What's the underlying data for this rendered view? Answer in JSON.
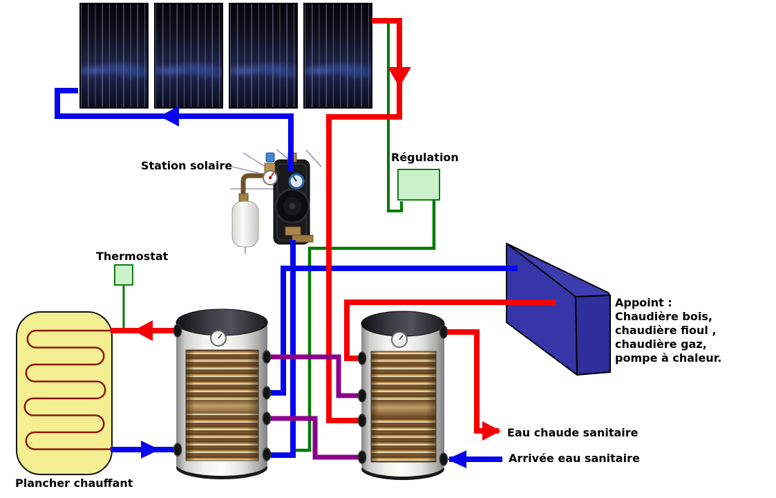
{
  "diagram": {
    "title_note": "Solar thermal heating system schematic (French)",
    "labels": {
      "station_solaire": "Station solaire",
      "regulation": "Régulation",
      "thermostat": "Thermostat",
      "plancher_chauffant": "Plancher chauffant",
      "eau_chaude_sanitaire": "Eau chaude sanitaire",
      "arrivee_eau_sanitaire": "Arrivée eau sanitaire",
      "appoint": [
        "Appoint :",
        "Chaudière bois,",
        "chaudière fioul ,",
        "chaudière gaz,",
        "pompe à chaleur."
      ]
    },
    "colors": {
      "hot_pipe": "#F40000",
      "cold_pipe": "#0505EE",
      "sensor_wire": "#007A00",
      "transfer_pipe": "#8A008A",
      "backup_box": "#3636A8",
      "control_box_fill": "#CCF2CC",
      "control_box_border": "#0E7A0E",
      "floor_fill": "#F3EF92",
      "floor_coil": "#8B1600"
    },
    "components": [
      "solar-collector-array",
      "solar-station",
      "expansion-vessel",
      "regulation-controller",
      "thermostat",
      "heated-floor",
      "storage-tank-1",
      "storage-tank-2",
      "backup-boiler"
    ]
  }
}
